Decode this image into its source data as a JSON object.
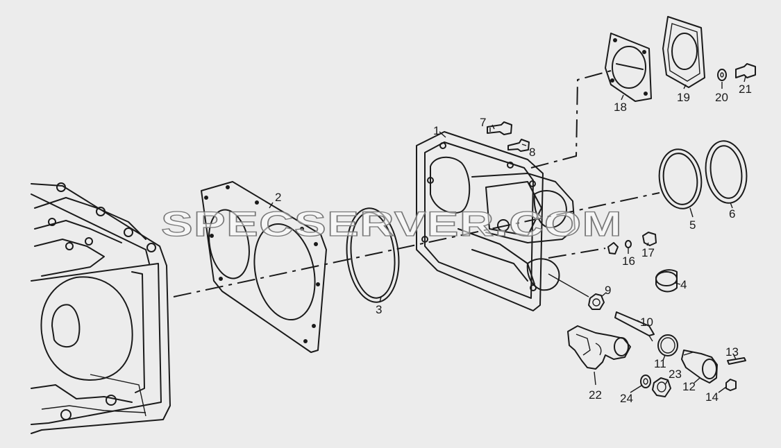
{
  "watermark": "SPECSERVER.COM",
  "labels": [
    "1",
    "2",
    "3",
    "4",
    "5",
    "6",
    "7",
    "8",
    "9",
    "10",
    "11",
    "12",
    "13",
    "14",
    "16",
    "17",
    "18",
    "19",
    "20",
    "21",
    "22",
    "23",
    "24"
  ],
  "colors": {
    "ink": "#1a1a1a",
    "paper": "#ececec"
  }
}
